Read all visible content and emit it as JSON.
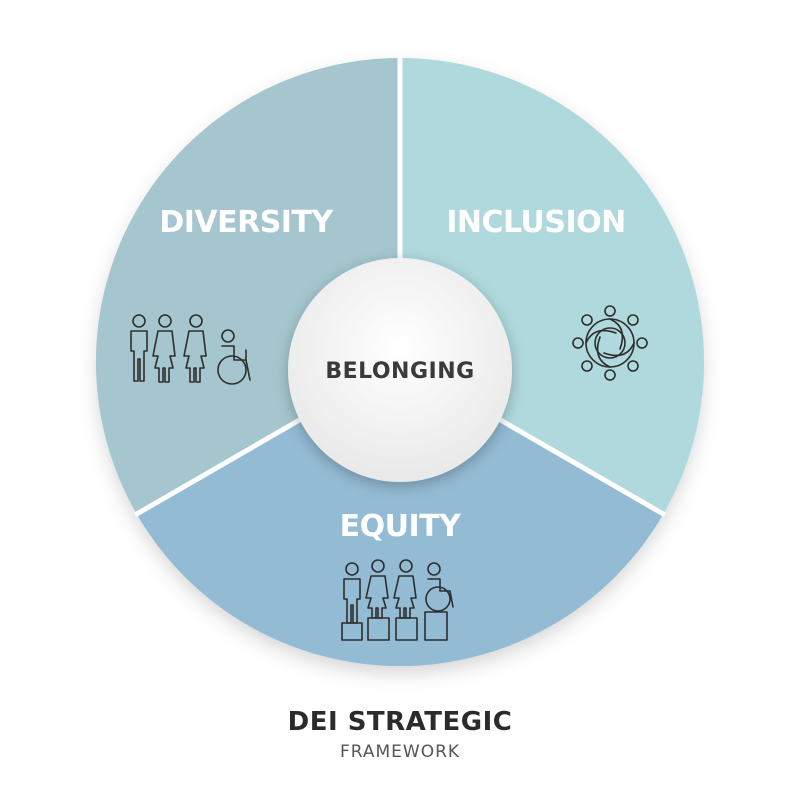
{
  "diagram": {
    "segments": [
      {
        "label": "DIVERSITY",
        "color": "#a5c6ce",
        "icon": "people-group-icon"
      },
      {
        "label": "INCLUSION",
        "color": "#afd9dd",
        "icon": "circle-community-icon"
      },
      {
        "label": "EQUITY",
        "color": "#93bbd4",
        "icon": "people-on-blocks-icon"
      }
    ],
    "center": {
      "label": "BELONGING",
      "color": "#f2f2f2"
    },
    "divider_color": "#ffffff"
  },
  "footer": {
    "title": "DEI STRATEGIC",
    "subtitle": "FRAMEWORK"
  }
}
